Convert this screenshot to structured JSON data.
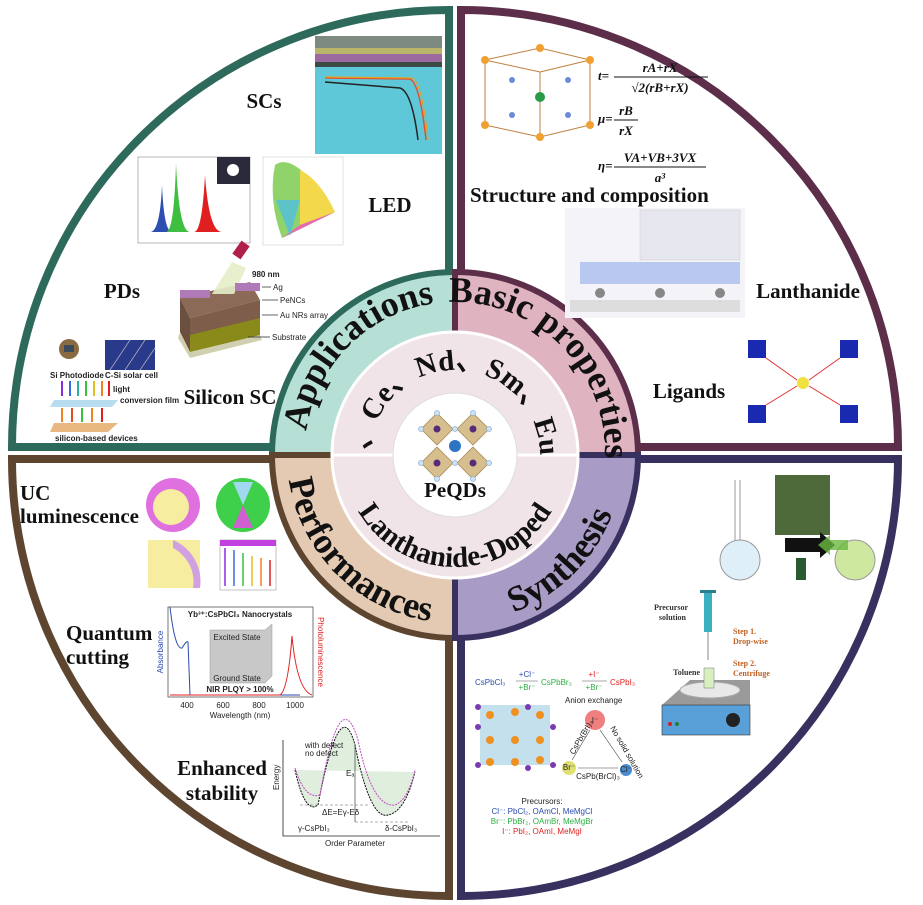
{
  "center": {
    "label": "PeQDs"
  },
  "middle_ring": {
    "top": "La、Ce、Nd、Sm、Eu…",
    "bottom": "Lanthanide-Doped"
  },
  "sections": [
    {
      "title": "Applications",
      "outer": "#2e6a5c",
      "inner": "#b6dfd5",
      "items": [
        "SCs",
        "LED",
        "PDs",
        "Silicon SC"
      ]
    },
    {
      "title": "Basic properties",
      "outer": "#5c2e49",
      "inner": "#e0b3c1",
      "items": [
        "Structure and composition",
        "Lanthanide",
        "Ligands"
      ]
    },
    {
      "title": "Performances",
      "outer": "#5e4530",
      "inner": "#e4cab3",
      "items": [
        "UC luminescence",
        "Quantum cutting",
        "Enhanced stability"
      ]
    },
    {
      "title": "Synthesis",
      "outer": "#38305f",
      "inner": "#a89bc5",
      "items": []
    }
  ],
  "pd_figure": {
    "laser": "980 nm",
    "layers": [
      "Ag",
      "PeNCs",
      "Au NRs array",
      "Substrate"
    ]
  },
  "silicon_figure": {
    "labels": [
      "Si Photodiode",
      "C-Si solar cell",
      "light",
      "conversion film",
      "silicon-based devices"
    ]
  },
  "formulas": {
    "t": {
      "lhs": "t=",
      "num": "rA+rX",
      "den": "√2(rB+rX)"
    },
    "mu": {
      "lhs": "μ=",
      "num": "rB",
      "den": "rX"
    },
    "eta": {
      "lhs": "η=",
      "num": "VA+VB+3VX",
      "den": "a³"
    }
  },
  "quantum_cutting_figure": {
    "title": "Yb³⁺:CsPbCl₃ Nanocrystals",
    "excited": "Excited State",
    "ground": "Ground State",
    "plqy": "NIR PLQY > 100%",
    "ylabel_left": "Absorbance",
    "ylabel_right": "Photoluminescence",
    "xlabel": "Wavelength (nm)",
    "xticks": [
      "400",
      "600",
      "800",
      "1000"
    ]
  },
  "stability_figure": {
    "legend": [
      "with defect",
      "no defect"
    ],
    "ylabel": "Energy",
    "xlabel": "Order Parameter",
    "barrier": "Eₐ",
    "delta": "ΔE=Eγ-Eδ",
    "left_phase": "γ-CsPbI₃",
    "right_phase": "δ-CsPbI₃"
  },
  "anion_exchange_figure": {
    "chain": [
      "CsPbCl₃",
      "CsPbBr₃",
      "CsPbI₃"
    ],
    "arrows": [
      "+Cl⁻",
      "+Br⁻",
      "+I⁻",
      "+Br⁻"
    ],
    "title": "Anion exchange",
    "ions": [
      "I⁻",
      "Br⁻",
      "Cl⁻"
    ],
    "edges": [
      "CsPb(BrI)₃",
      "No solid solution",
      "CsPb(BrCl)₃"
    ],
    "precursors_title": "Precursors:",
    "precursors": [
      "Cl⁻: PbCl₂, OAmCl, MeMgCl",
      "Br⁻: PbBr₂, OAmBr, MeMgBr",
      "I⁻: PbI₂, OAmI, MeMgI"
    ]
  },
  "hotplate_figure": {
    "syringe": [
      "Precursor",
      "solution"
    ],
    "solvent": "Toluene",
    "steps": [
      "Step 1.",
      "Drop-wise",
      "Step 2.",
      "Centrifuge"
    ]
  }
}
